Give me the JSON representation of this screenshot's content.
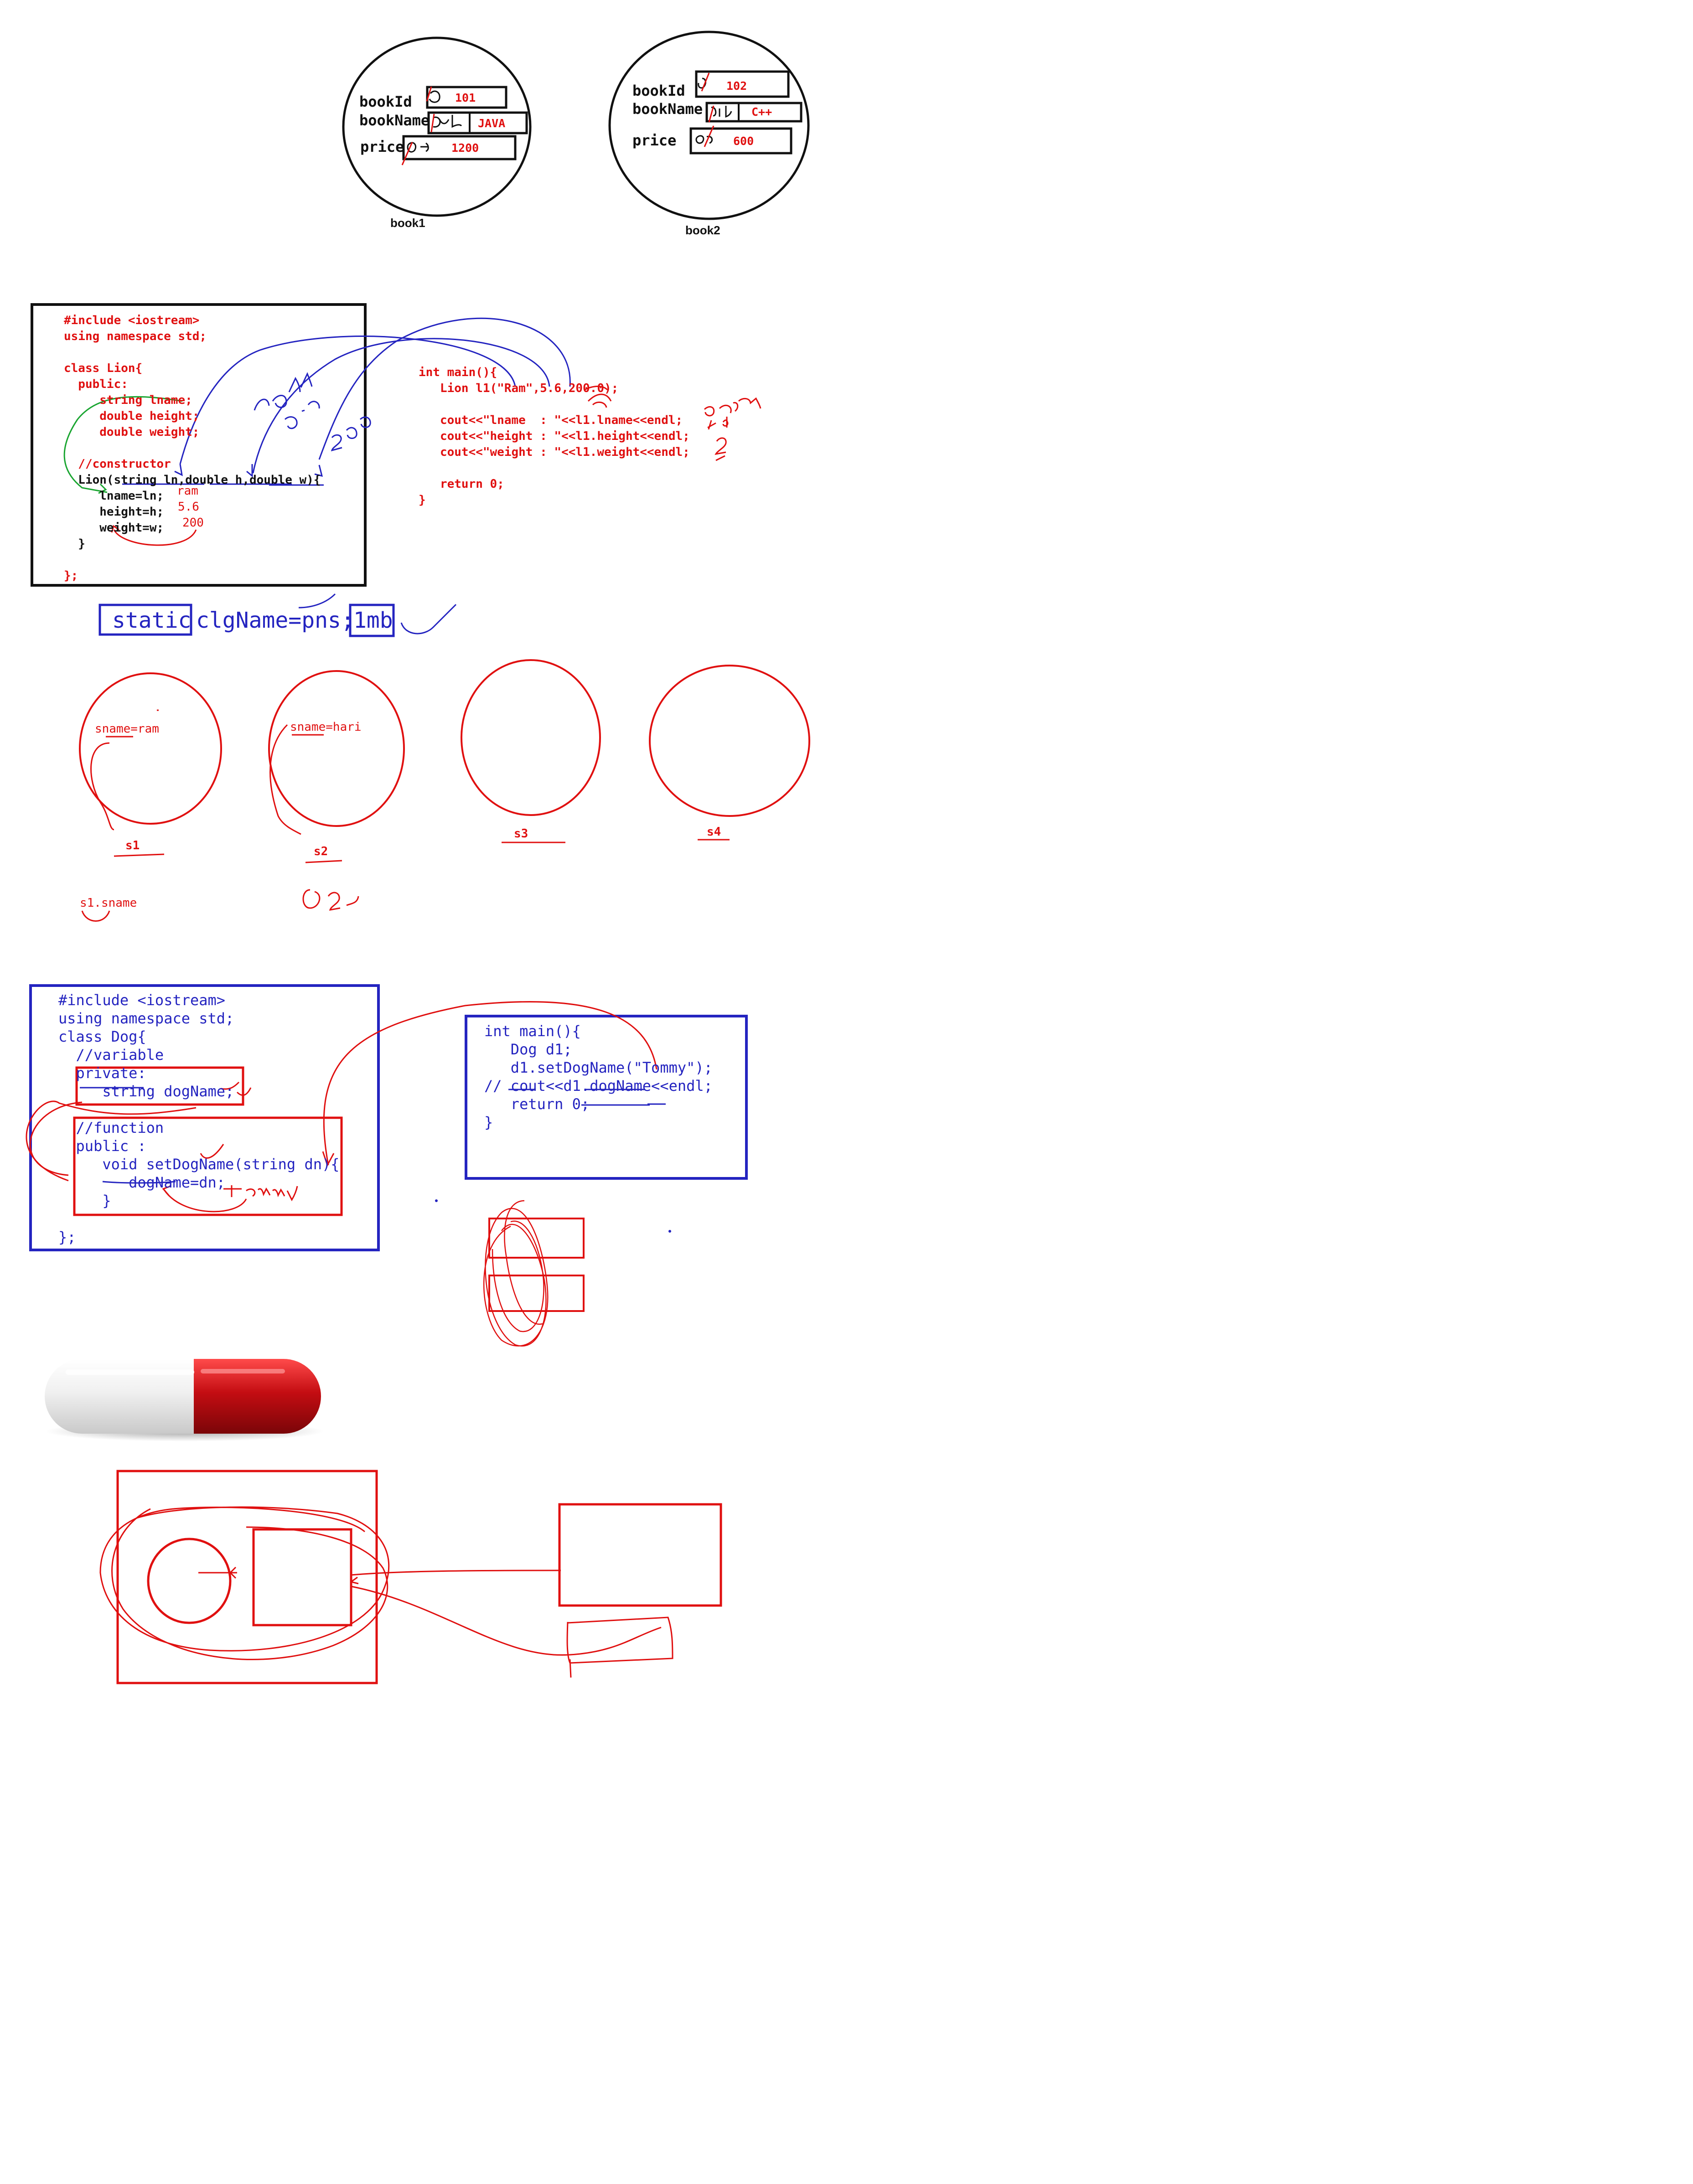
{
  "book_objects": [
    {
      "caption": "book1",
      "fields": [
        {
          "name": "bookId",
          "value": "101"
        },
        {
          "name": "bookName",
          "value": "JAVA"
        },
        {
          "name": "price",
          "value": "1200"
        }
      ]
    },
    {
      "caption": "book2",
      "fields": [
        {
          "name": "bookId",
          "value": "102"
        },
        {
          "name": "bookName",
          "value": "C++"
        },
        {
          "name": "price",
          "value": "600"
        }
      ]
    }
  ],
  "lion_code": {
    "lines": [
      "#include <iostream>",
      "using namespace std;",
      "",
      "class Lion{",
      "  public:",
      "     string lname;",
      "     double height;",
      "     double weight;",
      "",
      "  //constructor",
      "  Lion(string ln,double h,double w){",
      "     lname=ln;",
      "     height=h;",
      "     weight=w;",
      "  }",
      "",
      "};"
    ],
    "constructor_index": 10,
    "body_indices": [
      11,
      12,
      13,
      14
    ]
  },
  "lion_main": {
    "lines": [
      "int main(){",
      "   Lion l1(\"Ram\",5.6,200.0);",
      "",
      "   cout<<\"lname  : \"<<l1.lname<<endl;",
      "   cout<<\"height : \"<<l1.height<<endl;",
      "   cout<<\"weight : \"<<l1.weight<<endl;",
      "",
      "   return 0;",
      "}"
    ]
  },
  "lion_annotations": {
    "ram": "ram",
    "height": "5.6",
    "weight": "200"
  },
  "static_line": {
    "keyword": "static",
    "declaration": "clgName=pns;",
    "size": "1mb"
  },
  "student_objects": [
    {
      "caption": "s1",
      "field": "sname=ram"
    },
    {
      "caption": "s2",
      "field": "sname=hari"
    },
    {
      "caption": "s3",
      "field": ""
    },
    {
      "caption": "s4",
      "field": ""
    }
  ],
  "s1_access": "s1.sname",
  "dog_code": {
    "lines": [
      "#include <iostream>",
      "using namespace std;",
      "class Dog{",
      "  //variable",
      "  private:",
      "     string dogName;",
      "",
      "  //function",
      "  public :",
      "     void setDogName(string dn){",
      "        dogName=dn;",
      "     }",
      "",
      "};"
    ]
  },
  "dog_main": {
    "lines": [
      "int main(){",
      "   Dog d1;",
      "   d1.setDogName(\"Tommy\");",
      "// cout<<d1.dogName<<endl;",
      "   return 0;",
      "}"
    ]
  },
  "colors": {
    "red": "#e01010",
    "blue": "#2424c0",
    "green": "#1aa531",
    "black": "#111111",
    "capsule_red": "#c40d12"
  },
  "icons": [
    "capsule-icon"
  ]
}
